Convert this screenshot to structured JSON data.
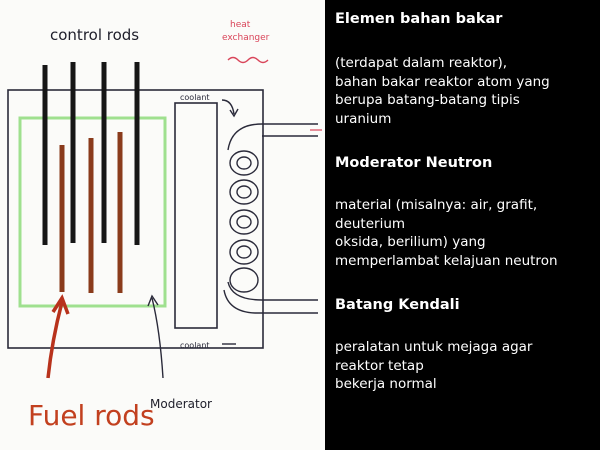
{
  "diagram": {
    "labels": {
      "control_rods": "control rods",
      "heat_exchanger_line1": "heat",
      "heat_exchanger_line2": "exchanger",
      "coolant_top": "coolant",
      "coolant_bottom": "coolant",
      "fuel_rods": "Fuel rods",
      "moderator": "Moderator"
    },
    "colors": {
      "control_rod": "#161616",
      "fuel_rod": "#8a3b1c",
      "moderator_zone": "#9fe08f",
      "fuel_label": "#c2401f",
      "arrow_red": "#b8321c",
      "heat_exchanger_label": "#d9455a",
      "outline": "#2a2a3a"
    }
  },
  "panel": {
    "sections": [
      {
        "title": "Elemen bahan bakar",
        "lines": [
          "(terdapat dalam reaktor),",
          "bahan bakar reaktor atom yang",
          "berupa batang-batang tipis",
          "uranium"
        ]
      },
      {
        "title": "Moderator Neutron",
        "lines": [
          "material (misalnya: air, grafit,",
          "deuterium",
          "oksida, berilium) yang",
          "memperlambat kelajuan neutron"
        ]
      },
      {
        "title": "Batang Kendali",
        "lines": [
          "peralatan untuk mejaga agar",
          "reaktor tetap",
          "bekerja normal"
        ]
      }
    ]
  }
}
